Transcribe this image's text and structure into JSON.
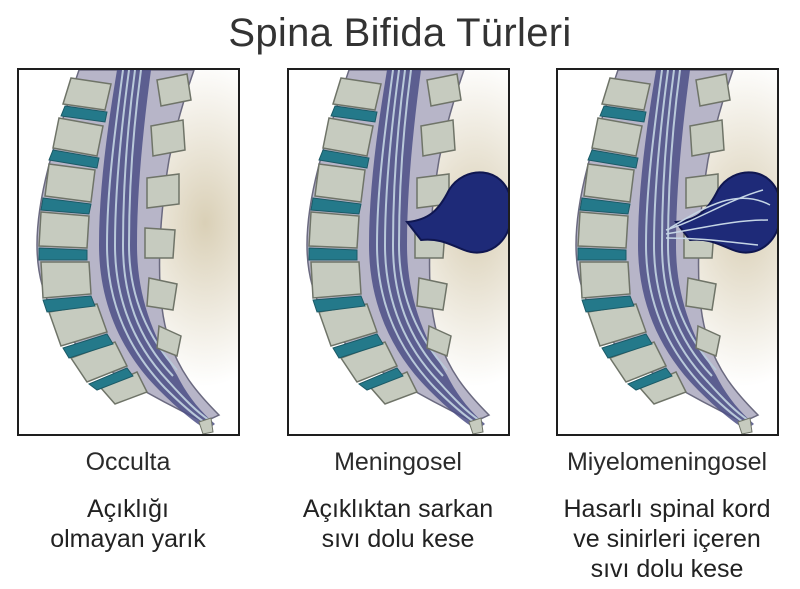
{
  "title": "Spina Bifida Türleri",
  "colors": {
    "bone": "#c6cbbf",
    "bone_edge": "#6f7468",
    "disc": "#24798a",
    "canal": "#4c4f86",
    "cord": "#b9c9da",
    "sac": "#1e2a78",
    "tissue": "#bba97b"
  },
  "panels": [
    {
      "name": "Occulta",
      "description_lines": [
        "Açıklığı",
        "olmayan yarık"
      ]
    },
    {
      "name": "Meningosel",
      "description_lines": [
        "Açıklıktan sarkan",
        "sıvı dolu kese"
      ]
    },
    {
      "name": "Miyelomeningosel",
      "description_lines": [
        "Hasarlı spinal kord",
        "ve sinirleri içeren",
        "sıvı dolu kese"
      ]
    }
  ]
}
